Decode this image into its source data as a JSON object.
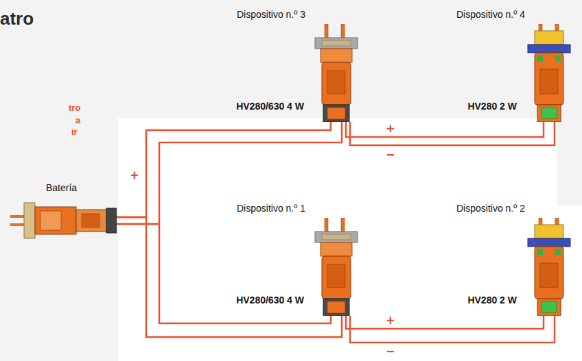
{
  "diagram": {
    "title": "atro",
    "nodes": [
      {
        "text": [
          "Dispositivo n.º 3",
          "HV280/630 4 W"
        ]
      },
      {
        "text": [
          "Dispositivo n.º 4",
          "HV280 2 W"
        ]
      },
      {
        "text": [
          "Batería"
        ]
      },
      {
        "text": [
          "Dispositivo n.º 1",
          "HV280/630 4 W"
        ]
      },
      {
        "text": [
          "Dispositivo n.º 2",
          "HV280 2 W"
        ]
      }
    ],
    "edges": [
      {
        "from": 2,
        "to": 0,
        "arrow": "none"
      },
      {
        "from": 0,
        "to": 1,
        "arrow": "none"
      },
      {
        "from": 2,
        "to": 3,
        "arrow": "none"
      },
      {
        "from": 3,
        "to": 4,
        "arrow": "none"
      }
    ],
    "labels": [
      "tro",
      "a",
      "ir",
      "+",
      "−",
      "+",
      "+",
      "−"
    ]
  }
}
